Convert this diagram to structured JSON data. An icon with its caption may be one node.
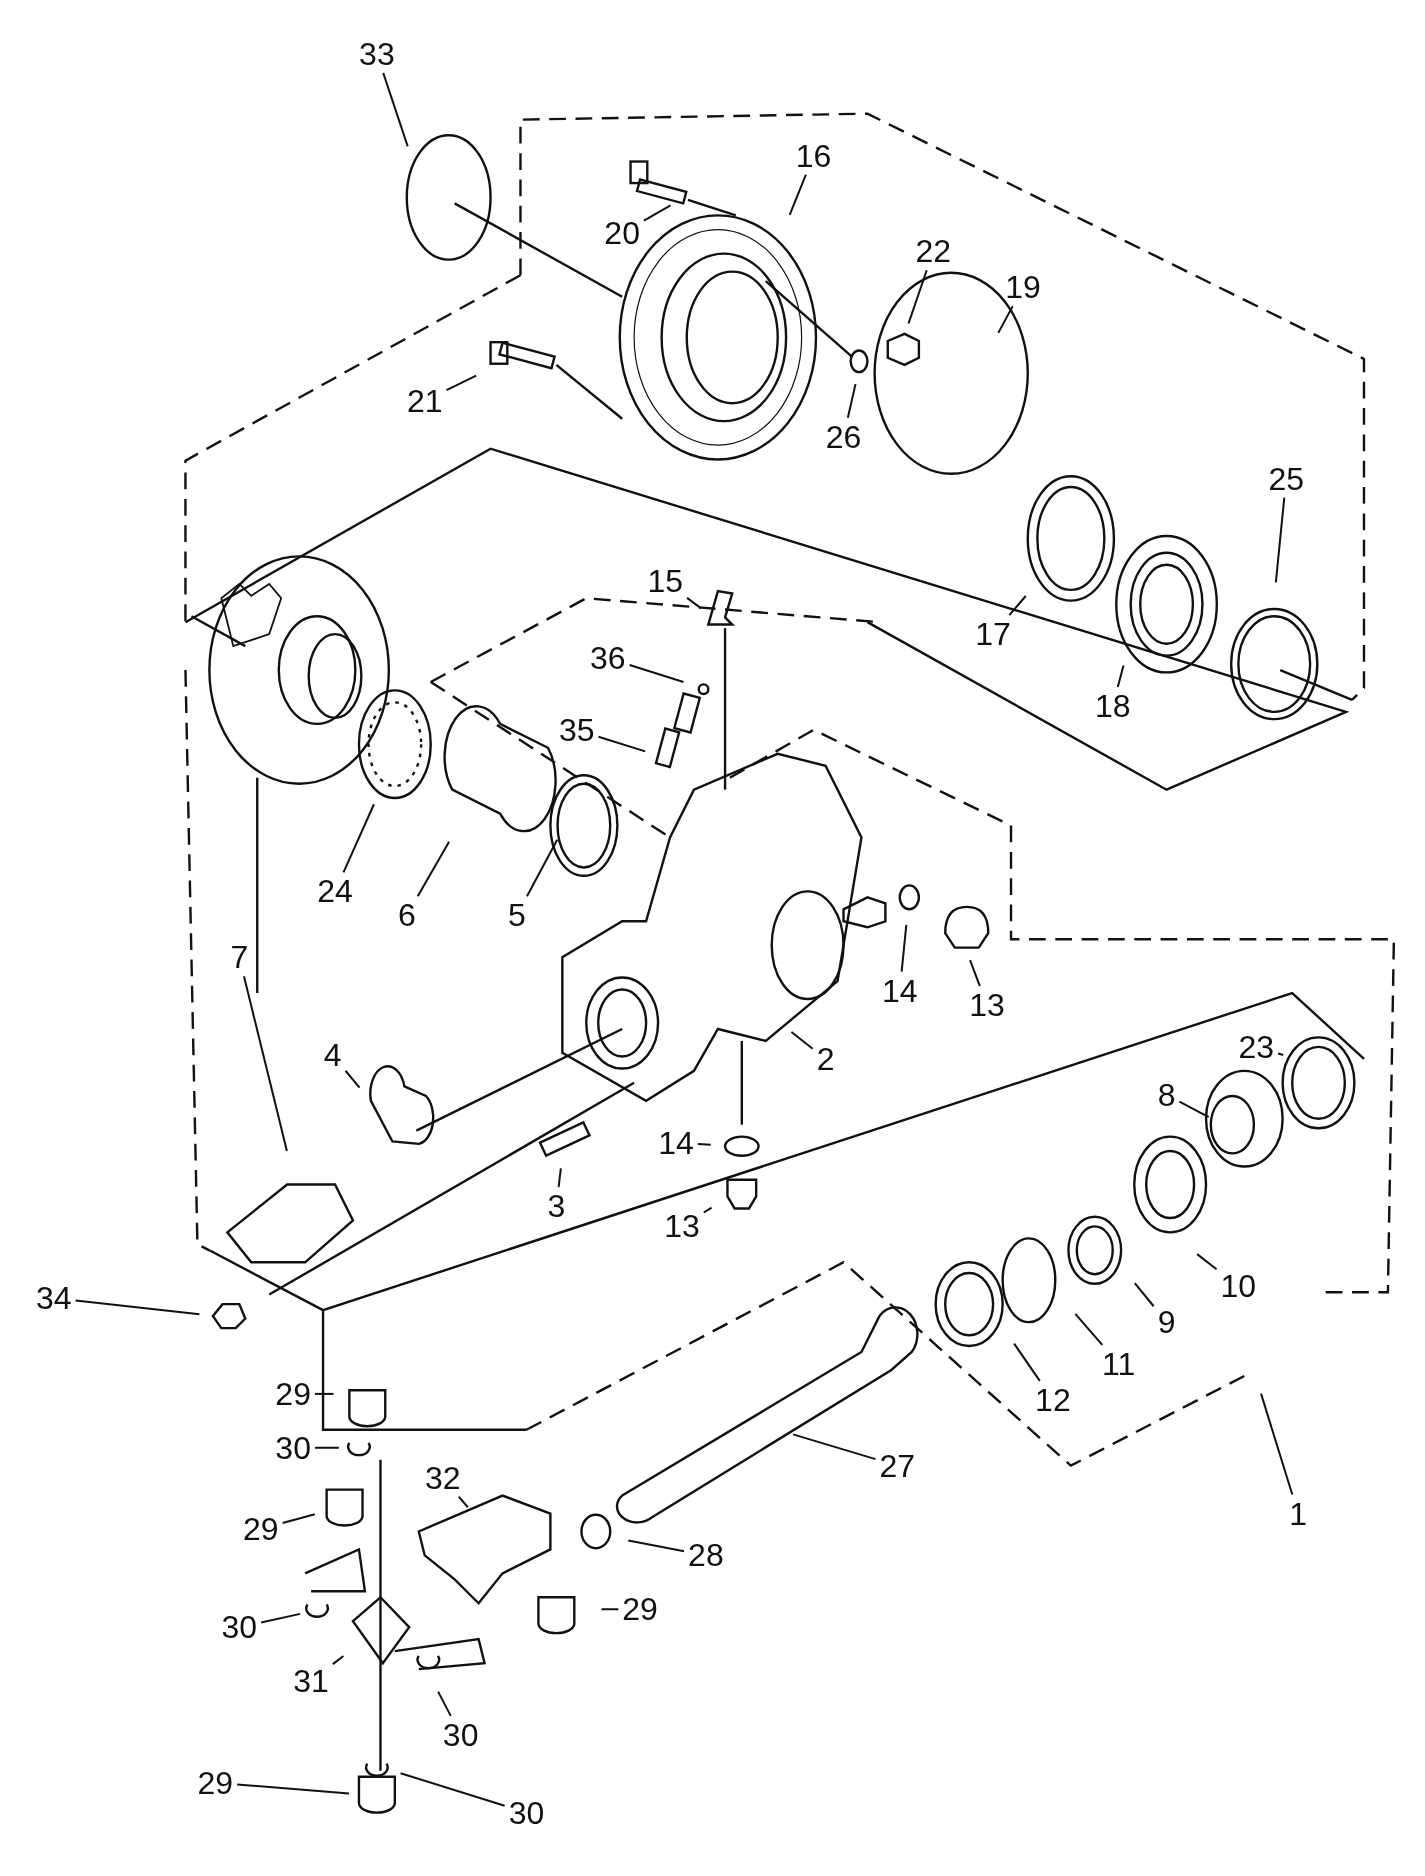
{
  "diagram": {
    "nodes": [
      {
        "text": [
          "33"
        ]
      },
      {
        "text": [
          "16"
        ]
      },
      {
        "text": [
          "20"
        ]
      },
      {
        "text": [
          "22"
        ]
      },
      {
        "text": [
          "19"
        ]
      },
      {
        "text": [
          "21"
        ]
      },
      {
        "text": [
          "26"
        ]
      },
      {
        "text": [
          "25"
        ]
      },
      {
        "text": [
          "15"
        ]
      },
      {
        "text": [
          "36"
        ]
      },
      {
        "text": [
          "17"
        ]
      },
      {
        "text": [
          "18"
        ]
      },
      {
        "text": [
          "35"
        ]
      },
      {
        "text": [
          "24"
        ]
      },
      {
        "text": [
          "6"
        ]
      },
      {
        "text": [
          "5"
        ]
      },
      {
        "text": [
          "7"
        ]
      },
      {
        "text": [
          "14"
        ]
      },
      {
        "text": [
          "13"
        ]
      },
      {
        "text": [
          "23"
        ]
      },
      {
        "text": [
          "2"
        ]
      },
      {
        "text": [
          "8"
        ]
      },
      {
        "text": [
          "4"
        ]
      },
      {
        "text": [
          "14"
        ]
      },
      {
        "text": [
          "13"
        ]
      },
      {
        "text": [
          "3"
        ]
      },
      {
        "text": [
          "10"
        ]
      },
      {
        "text": [
          "9"
        ]
      },
      {
        "text": [
          "11"
        ]
      },
      {
        "text": [
          "12"
        ]
      },
      {
        "text": [
          "34"
        ]
      },
      {
        "text": [
          "29"
        ]
      },
      {
        "text": [
          "30"
        ]
      },
      {
        "text": [
          "32"
        ]
      },
      {
        "text": [
          "27"
        ]
      },
      {
        "text": [
          "1"
        ]
      },
      {
        "text": [
          "29"
        ]
      },
      {
        "text": [
          "28"
        ]
      },
      {
        "text": [
          "29"
        ]
      },
      {
        "text": [
          "30"
        ]
      },
      {
        "text": [
          "31"
        ]
      },
      {
        "text": [
          "30"
        ]
      },
      {
        "text": [
          "29"
        ]
      },
      {
        "text": [
          "30"
        ]
      }
    ],
    "edges": [
      {
        "from": 0,
        "to": null,
        "arrow": "none"
      },
      {
        "from": 1,
        "to": null,
        "arrow": "none"
      },
      {
        "from": 2,
        "to": null,
        "arrow": "none"
      },
      {
        "from": 3,
        "to": null,
        "arrow": "none"
      },
      {
        "from": 4,
        "to": null,
        "arrow": "none"
      },
      {
        "from": 5,
        "to": null,
        "arrow": "none"
      },
      {
        "from": 6,
        "to": null,
        "arrow": "none"
      },
      {
        "from": 7,
        "to": null,
        "arrow": "none"
      },
      {
        "from": 8,
        "to": null,
        "arrow": "none"
      },
      {
        "from": 9,
        "to": null,
        "arrow": "none"
      },
      {
        "from": 10,
        "to": null,
        "arrow": "none"
      },
      {
        "from": 11,
        "to": null,
        "arrow": "none"
      },
      {
        "from": 12,
        "to": null,
        "arrow": "none"
      },
      {
        "from": 13,
        "to": null,
        "arrow": "none"
      },
      {
        "from": 14,
        "to": null,
        "arrow": "none"
      },
      {
        "from": 15,
        "to": null,
        "arrow": "none"
      },
      {
        "from": 16,
        "to": null,
        "arrow": "none"
      },
      {
        "from": 17,
        "to": null,
        "arrow": "none"
      },
      {
        "from": 18,
        "to": null,
        "arrow": "none"
      },
      {
        "from": 19,
        "to": null,
        "arrow": "none"
      },
      {
        "from": 20,
        "to": null,
        "arrow": "none"
      },
      {
        "from": 21,
        "to": null,
        "arrow": "none"
      },
      {
        "from": 22,
        "to": null,
        "arrow": "none"
      },
      {
        "from": 23,
        "to": null,
        "arrow": "none"
      },
      {
        "from": 24,
        "to": null,
        "arrow": "none"
      },
      {
        "from": 25,
        "to": null,
        "arrow": "none"
      },
      {
        "from": 26,
        "to": null,
        "arrow": "none"
      },
      {
        "from": 27,
        "to": null,
        "arrow": "none"
      },
      {
        "from": 28,
        "to": null,
        "arrow": "none"
      },
      {
        "from": 29,
        "to": null,
        "arrow": "none"
      },
      {
        "from": 30,
        "to": null,
        "arrow": "none"
      },
      {
        "from": 31,
        "to": null,
        "arrow": "none"
      },
      {
        "from": 32,
        "to": null,
        "arrow": "none"
      },
      {
        "from": 33,
        "to": null,
        "arrow": "none"
      },
      {
        "from": 34,
        "to": null,
        "arrow": "none"
      },
      {
        "from": 35,
        "to": null,
        "arrow": "none"
      },
      {
        "from": 36,
        "to": null,
        "arrow": "none"
      },
      {
        "from": 37,
        "to": null,
        "arrow": "none"
      },
      {
        "from": 38,
        "to": null,
        "arrow": "none"
      },
      {
        "from": 39,
        "to": null,
        "arrow": "none"
      },
      {
        "from": 40,
        "to": null,
        "arrow": "none"
      },
      {
        "from": 41,
        "to": null,
        "arrow": "none"
      },
      {
        "from": 42,
        "to": null,
        "arrow": "none"
      },
      {
        "from": 43,
        "to": null,
        "arrow": "none"
      }
    ]
  }
}
